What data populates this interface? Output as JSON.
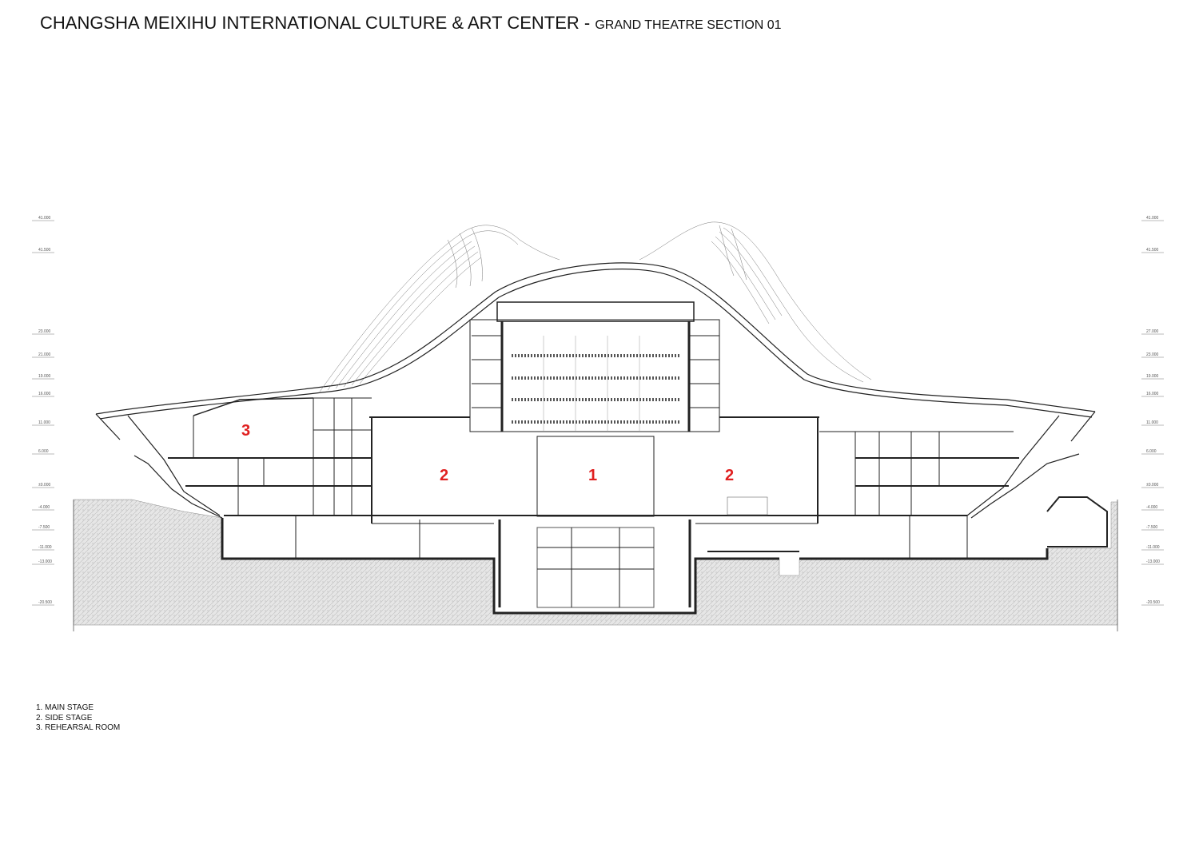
{
  "title": {
    "main": "CHANGSHA MEIXIHU INTERNATIONAL CULTURE & ART CENTER",
    "separator": " - ",
    "sub": "GRAND THEATRE SECTION 01"
  },
  "levels_left": [
    "41.000",
    "41.500",
    "23.000",
    "21.000",
    "19.000",
    "16.000",
    "11.000",
    "6.000",
    "±0.000",
    "-4.000",
    "-7.500",
    "-11.000",
    "-13.000",
    "-20.500"
  ],
  "levels_right": [
    "41.000",
    "41.500",
    "27.000",
    "23.000",
    "19.000",
    "16.000",
    "11.000",
    "6.000",
    "±0.000",
    "-4.000",
    "-7.500",
    "-11.000",
    "-13.000",
    "-20.500"
  ],
  "room_tags": {
    "side_stage_left": "2",
    "main_stage": "1",
    "side_stage_right": "2",
    "rehearsal": "3"
  },
  "legend": [
    "1. MAIN STAGE",
    "2. SIDE STAGE",
    "3. REHEARSAL ROOM"
  ],
  "colors": {
    "tag_red": "#e02020",
    "line": "#222222",
    "ground_hatch": "#c9c9c9"
  }
}
